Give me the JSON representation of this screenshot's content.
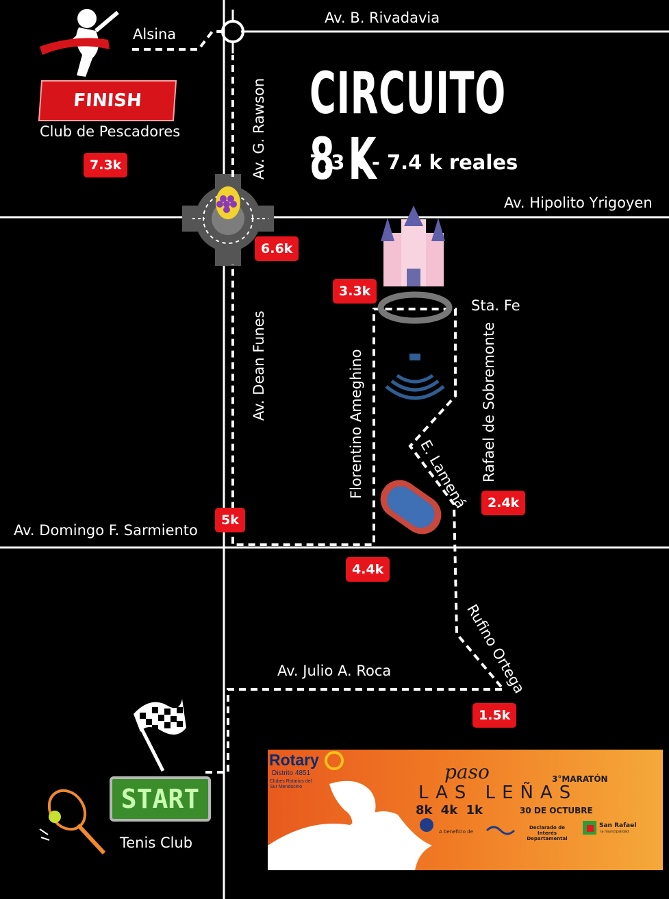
{
  "title": "CIRCUITO 8 K",
  "subtitle": "7.3 k - 7.4 k reales",
  "streets": {
    "alsina": "Alsina",
    "rivadavia": "Av. B. Rivadavia",
    "rawson": "Av. G. Rawson",
    "yrigoyen": "Av. Hipolito Yrigoyen",
    "dean_funes": "Av. Dean Funes",
    "sta_fe": "Sta. Fe",
    "ameghino": "Florentino Ameghino",
    "sobremonte": "Rafael de Sobremonte",
    "lamena": "E. Lamená",
    "sarmiento": "Av. Domingo F. Sarmiento",
    "rufino": "Rufino Ortega",
    "roca": "Av. Julio A. Roca"
  },
  "places": {
    "finish_banner": "FINISH",
    "finish_place": "Club de Pescadores",
    "start_sign": "START",
    "start_place": "Tenis Club"
  },
  "markers": {
    "k73": "7.3k",
    "k66": "6.6k",
    "k33": "3.3k",
    "k5": "5k",
    "k44": "4.4k",
    "k24": "2.4k",
    "k15": "1.5k"
  },
  "sponsor": {
    "rotary": "Rotary",
    "distrito": "Distrito 4851",
    "clubes": "Clubes Rotarios del Sur Mendocino",
    "paso": "paso",
    "maraton": "3°MARATÓN",
    "las_lenas": "LAS LEÑAS",
    "distancias": "8k 4k 1k",
    "fecha": "30 DE OCTUBRE",
    "beneficio": "A beneficio de",
    "declarado": "Declarado de Interés Departamental",
    "san_rafael": "San Rafael",
    "municipalidad": "la municipalidad"
  },
  "colors": {
    "background": "#000000",
    "street": "#ffffff",
    "marker": "#e8141b",
    "banner_orange": "#f07a24"
  }
}
